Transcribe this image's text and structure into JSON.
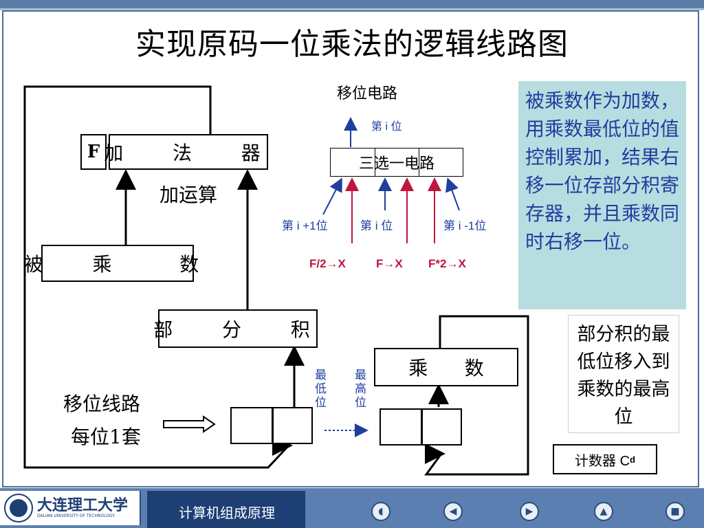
{
  "title": "实现原码一位乘法的逻辑线路图",
  "diagram": {
    "flag_register": "F",
    "adder": "加  法  器",
    "add_op": "加运算",
    "multiplicand": "被  乘   数",
    "partial_product": "部  分  积",
    "multiplier": "乘      数",
    "shift_circuit_title": "移位电路",
    "bit_i_out": "第 i 位",
    "mux": "三选一电路",
    "input_left": "第 i +1位",
    "input_mid": "第 i 位",
    "input_right": "第 i -1位",
    "ctrl_1": "F/2→X",
    "ctrl_2": "F→X",
    "ctrl_3": "F*2→X",
    "lowest_bit": "最\n低\n位",
    "highest_bit": "最\n高\n位",
    "shift_line_1": "移位线路",
    "shift_line_2": "每位1套",
    "counter_main": "计数器 C",
    "counter_sub": "d"
  },
  "notes": {
    "explanation": "被乘数作为加数，用乘数最低位的值控制累加，结果右移一位存部分积寄存器，并且乘数同时右移一位。",
    "shift_note": "部分积的最低位移入到乘数的最高位"
  },
  "footer": {
    "university_cn": "大连理工大学",
    "university_en": "DALIAN UNIVERSITY OF TECHNOLOGY",
    "course": "计算机组成原理",
    "nav_buttons": [
      "sound",
      "previous",
      "next",
      "home",
      "stop"
    ]
  },
  "colors": {
    "accent_blue": "#1f3e9e",
    "control_red": "#c0143c",
    "note_bg": "#b7dde0",
    "footer_bg": "#5b7fb0"
  }
}
